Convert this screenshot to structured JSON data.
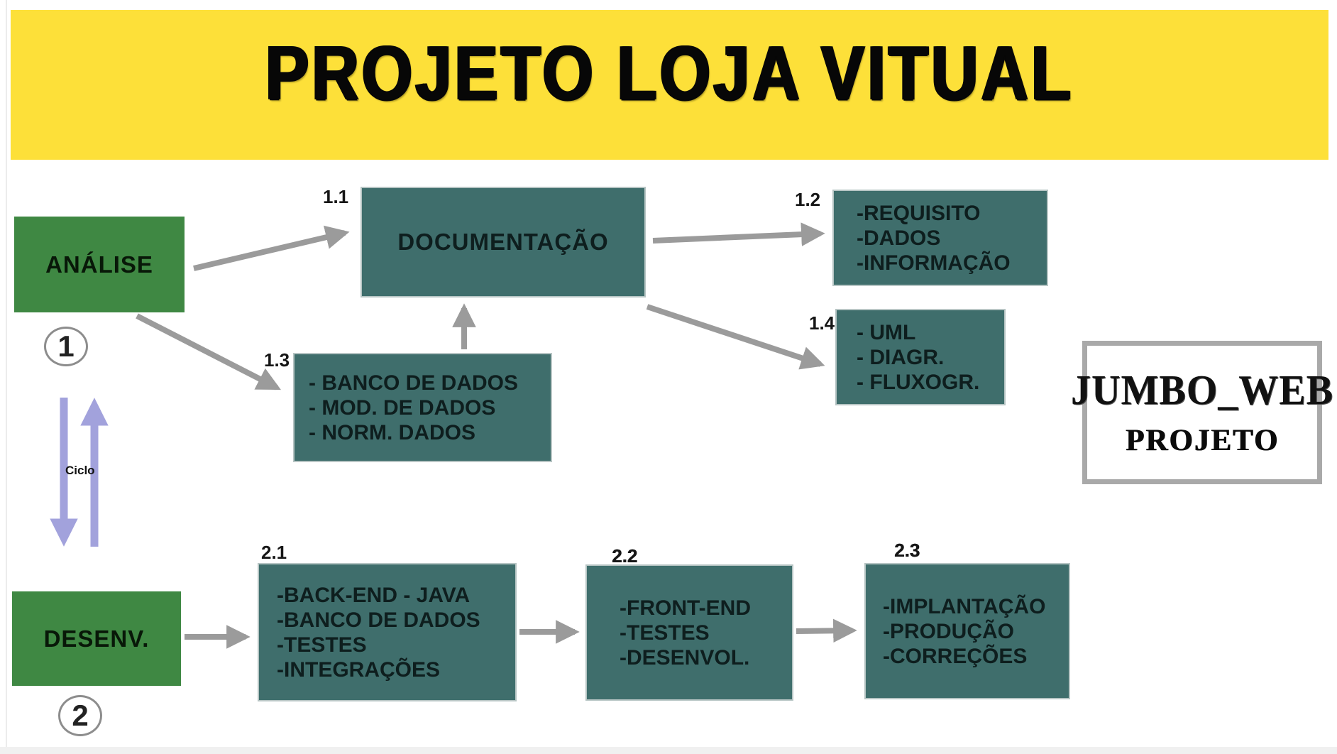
{
  "title": "PROJETO LOJA VITUAL",
  "colors": {
    "banner": "#FDE039",
    "phase_node_green": "#3F8843",
    "task_box_teal": "#3F6E6C",
    "arrow_gray": "#9B9B9B",
    "cycle_arrow_purple": "#A2A2DC"
  },
  "cycle_label": "Ciclo",
  "phase1": {
    "node": "ANÁLISE",
    "number": "1",
    "doc": {
      "id": "1.1",
      "label": "DOCUMENTAÇÃO"
    },
    "req": {
      "id": "1.2",
      "lines": [
        "-REQUISITO",
        "-DADOS",
        "-INFORMAÇÃO"
      ]
    },
    "db": {
      "id": "1.3",
      "lines": [
        "- BANCO DE DADOS",
        "- MOD. DE DADOS",
        "- NORM. DADOS"
      ]
    },
    "uml": {
      "id": "1.4",
      "lines": [
        "- UML",
        "- DIAGR.",
        "- FLUXOGR."
      ]
    }
  },
  "phase2": {
    "node": "DESENV.",
    "number": "2",
    "backend": {
      "id": "2.1",
      "lines": [
        "-BACK-END - JAVA",
        "-BANCO DE DADOS",
        "-TESTES",
        "-INTEGRAÇÕES"
      ]
    },
    "frontend": {
      "id": "2.2",
      "lines": [
        "-FRONT-END",
        "-TESTES",
        "-DESENVOL."
      ]
    },
    "deploy": {
      "id": "2.3",
      "lines": [
        "-IMPLANTAÇÃO",
        "-PRODUÇÃO",
        "-CORREÇÕES"
      ]
    }
  },
  "logo": {
    "line1": "JUMBO_WEB",
    "line2": "PROJETO"
  }
}
